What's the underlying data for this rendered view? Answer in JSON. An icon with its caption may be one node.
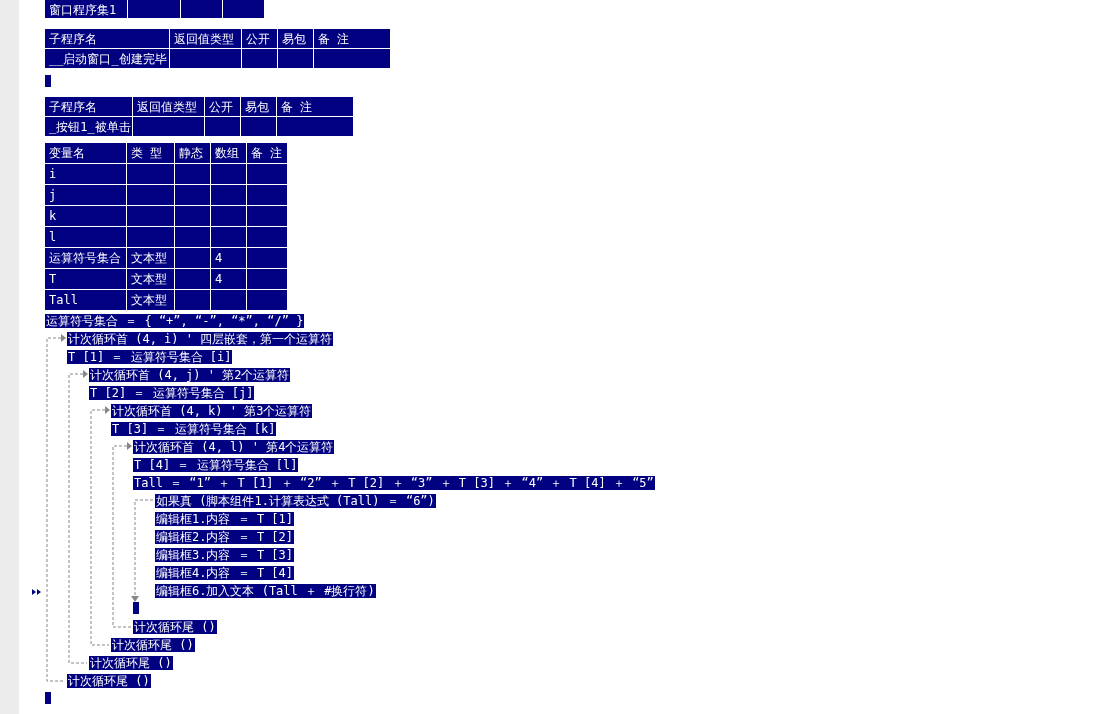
{
  "diagram": {
    "nodes": [
      {
        "text": [],
        "shape": "bar"
      }
    ],
    "labels": [
      "窗口程序集1",
      "子程序名",
      "返回值类型",
      "公开",
      "易包",
      "备 注",
      "__启动窗口_创建完毕",
      "子程序名",
      "返回值类型",
      "公开",
      "易包",
      "备 注",
      "_按钮1_被单击",
      "变量名",
      "类 型",
      "静态",
      "数组",
      "备 注",
      "i",
      "j",
      "k",
      "l",
      "运算符号集合",
      "文本型",
      "4",
      "T",
      "文本型",
      "4",
      "Tall",
      "文本型",
      "运算符号集合 ＝ { “+”, “-”, “*”, “/” }",
      "计次循环首 (4, i) ' 四层嵌套，第一个运算符",
      "T [1] ＝ 运算符号集合 [i]",
      "计次循环首 (4, j) ' 第2个运算符",
      "T [2] ＝ 运算符号集合 [j]",
      "计次循环首 (4, k) ' 第3个运算符",
      "T [3] ＝ 运算符号集合 [k]",
      "计次循环首 (4, l) ' 第4个运算符",
      "T [4] ＝ 运算符号集合 [l]",
      "Tall ＝ “1” ＋ T [1] ＋ “2” ＋ T [2] ＋ “3” ＋ T [3] ＋ “4” ＋ T [4] ＋ “5”",
      "如果真 (脚本组件1.计算表达式 (Tall) ＝ “6”)",
      "编辑框1.内容 ＝ T [1]",
      "编辑框2.内容 ＝ T [2]",
      "编辑框3.内容 ＝ T [3]",
      "编辑框4.内容 ＝ T [4]",
      "编辑框6.加入文本 (Tall ＋ #换行符)",
      "计次循环尾 ()",
      "计次循环尾 ()",
      "计次循环尾 ()",
      "计次循环尾 ()"
    ]
  }
}
